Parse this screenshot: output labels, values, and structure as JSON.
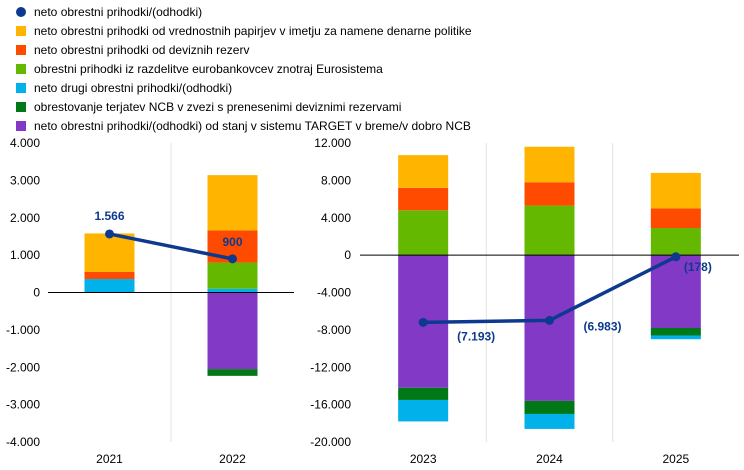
{
  "legend": [
    {
      "label": "neto obrestni prihodki/(odhodki)",
      "color": "#0d3a8f",
      "kind": "dot"
    },
    {
      "label": "neto obrestni prihodki od vrednostnih papirjev v imetju za namene denarne politike",
      "color": "#ffb400",
      "kind": "box"
    },
    {
      "label": "neto obrestni prihodki od deviznih rezerv",
      "color": "#ff4b00",
      "kind": "box"
    },
    {
      "label": "obrestni prihodki iz razdelitve eurobankovcev znotraj Eurosistema",
      "color": "#65b800",
      "kind": "box"
    },
    {
      "label": "neto drugi obrestni prihodki/(odhodki)",
      "color": "#00b1ea",
      "kind": "box"
    },
    {
      "label": "obrestovanje terjatev NCB v zvezi s prenesenimi deviznimi rezervami",
      "color": "#007816",
      "kind": "box"
    },
    {
      "label": "neto obrestni prihodki/(odhodki) od stanj v sistemu TARGET v breme/v dobro NCB",
      "color": "#8139c6",
      "kind": "box"
    }
  ],
  "chart_data": [
    {
      "type": "bar",
      "stacked": true,
      "categories": [
        "2021",
        "2022"
      ],
      "ylim": [
        -4000,
        4000
      ],
      "yticks": [
        4000,
        3000,
        2000,
        1000,
        0,
        -1000,
        -2000,
        -3000,
        -4000
      ],
      "ytick_labels": [
        "4.000",
        "3.000",
        "2.000",
        "1.000",
        "0",
        "-1.000",
        "-2.000",
        "-3.000",
        "-4.000"
      ],
      "series": [
        {
          "key": "target",
          "color": "#8139c6",
          "values": [
            0,
            -2050
          ]
        },
        {
          "key": "ncb",
          "color": "#007816",
          "values": [
            0,
            -180
          ]
        },
        {
          "key": "other",
          "color": "#00b1ea",
          "values": [
            360,
            100
          ]
        },
        {
          "key": "banknotes",
          "color": "#65b800",
          "values": [
            0,
            700
          ]
        },
        {
          "key": "fx",
          "color": "#ff4b00",
          "values": [
            190,
            860
          ]
        },
        {
          "key": "securities",
          "color": "#ffb400",
          "values": [
            1030,
            1480
          ]
        }
      ],
      "net": {
        "color": "#0d3a8f",
        "values": [
          1566,
          900
        ],
        "labels": [
          "1.566",
          "900"
        ]
      }
    },
    {
      "type": "bar",
      "stacked": true,
      "categories": [
        "2023",
        "2024",
        "2025"
      ],
      "ylim": [
        -20000,
        12000
      ],
      "yticks": [
        12000,
        8000,
        4000,
        0,
        -4000,
        -8000,
        -12000,
        -16000,
        -20000
      ],
      "ytick_labels": [
        "12.000",
        "8.000",
        "4.000",
        "0",
        "-4.000",
        "-8.000",
        "-12.000",
        "-16.000",
        "-20.000"
      ],
      "series": [
        {
          "key": "target",
          "color": "#8139c6",
          "values": [
            -14200,
            -15600,
            -7800
          ]
        },
        {
          "key": "ncb",
          "color": "#007816",
          "values": [
            -1300,
            -1400,
            -800
          ]
        },
        {
          "key": "other",
          "color": "#00b1ea",
          "values": [
            -2300,
            -1600,
            -400
          ]
        },
        {
          "key": "banknotes",
          "color": "#65b800",
          "values": [
            4800,
            5300,
            2900
          ]
        },
        {
          "key": "fx",
          "color": "#ff4b00",
          "values": [
            2400,
            2500,
            2100
          ]
        },
        {
          "key": "securities",
          "color": "#ffb400",
          "values": [
            3500,
            3800,
            3800
          ]
        }
      ],
      "net": {
        "color": "#0d3a8f",
        "values": [
          -7193,
          -6983,
          -178
        ],
        "labels": [
          "(7.193)",
          "(6.983)",
          "(178)"
        ]
      }
    }
  ]
}
